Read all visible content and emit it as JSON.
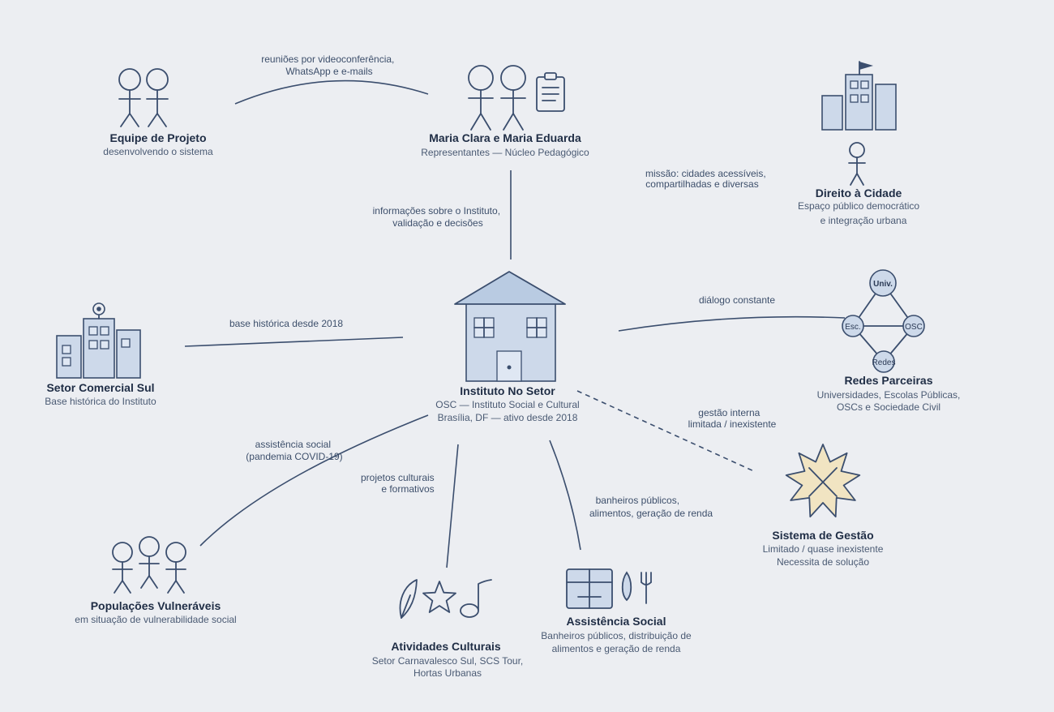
{
  "nodes": {
    "equipe": {
      "title": "Equipe de Projeto",
      "lines": [
        "desenvolvendo o sistema"
      ]
    },
    "maria": {
      "title": "Maria Clara e Maria Eduarda",
      "lines": [
        "Representantes — Núcleo Pedagógico"
      ]
    },
    "direito": {
      "title": "Direito à Cidade",
      "lines": [
        "Espaço público democrático",
        "e integração urbana"
      ]
    },
    "setor": {
      "title": "Setor Comercial Sul",
      "lines": [
        "Base histórica do Instituto"
      ]
    },
    "instituto": {
      "title": "Instituto No Setor",
      "lines": [
        "OSC — Instituto Social e Cultural",
        "Brasília, DF — ativo desde 2018"
      ]
    },
    "redes": {
      "title": "Redes Parceiras",
      "lines": [
        "Universidades, Escolas Públicas,",
        "OSCs e Sociedade Civil"
      ],
      "network": [
        "Univ.",
        "Esc.",
        "OSC",
        "Redes"
      ]
    },
    "sistema": {
      "title": "Sistema de Gestão",
      "lines": [
        "Limitado / quase inexistente",
        "Necessita de solução"
      ]
    },
    "populacoes": {
      "title": "Populações Vulneráveis",
      "lines": [
        "em situação de vulnerabilidade social"
      ]
    },
    "atividades": {
      "title": "Atividades Culturais",
      "lines": [
        "Setor Carnavalesco Sul, SCS Tour,",
        "Hortas Urbanas"
      ]
    },
    "assistencia": {
      "title": "Assistência Social",
      "lines": [
        "Banheiros públicos, distribuição de",
        "alimentos e geração de renda"
      ]
    }
  },
  "edges": {
    "equipe_maria": [
      "reuniões por videoconferência,",
      "WhatsApp e e-mails"
    ],
    "maria_instituto": [
      "informações sobre o Instituto,",
      "validação e decisões"
    ],
    "direito": [
      "missão: cidades acessíveis,",
      "compartilhadas e diversas"
    ],
    "setor_instituto": [
      "base histórica desde 2018"
    ],
    "instituto_redes": [
      "diálogo constante"
    ],
    "instituto_sistema": [
      "gestão interna",
      "limitada / inexistente"
    ],
    "instituto_populacoes": [
      "assistência social",
      "(pandemia COVID-19)"
    ],
    "instituto_atividades": [
      "projetos culturais",
      "e formativos"
    ],
    "instituto_assistencia": [
      "banheiros públicos,",
      "alimentos, geração de renda"
    ]
  },
  "icons": {
    "equipe": "two-people-icon",
    "maria": "two-people-clipboard-icon",
    "direito": "city-buildings-person-icon",
    "setor": "office-buildings-icon",
    "instituto": "house-icon",
    "redes": "network-graph-icon",
    "sistema": "broken-star-icon",
    "populacoes": "three-people-icon",
    "atividades": "feather-star-music-icon",
    "assistencia": "food-utensils-icon"
  },
  "colors": {
    "background": "#eceef2",
    "stroke": "#3b4e6e",
    "fill": "#cdd9ea",
    "warning": "#f1e4c2"
  }
}
